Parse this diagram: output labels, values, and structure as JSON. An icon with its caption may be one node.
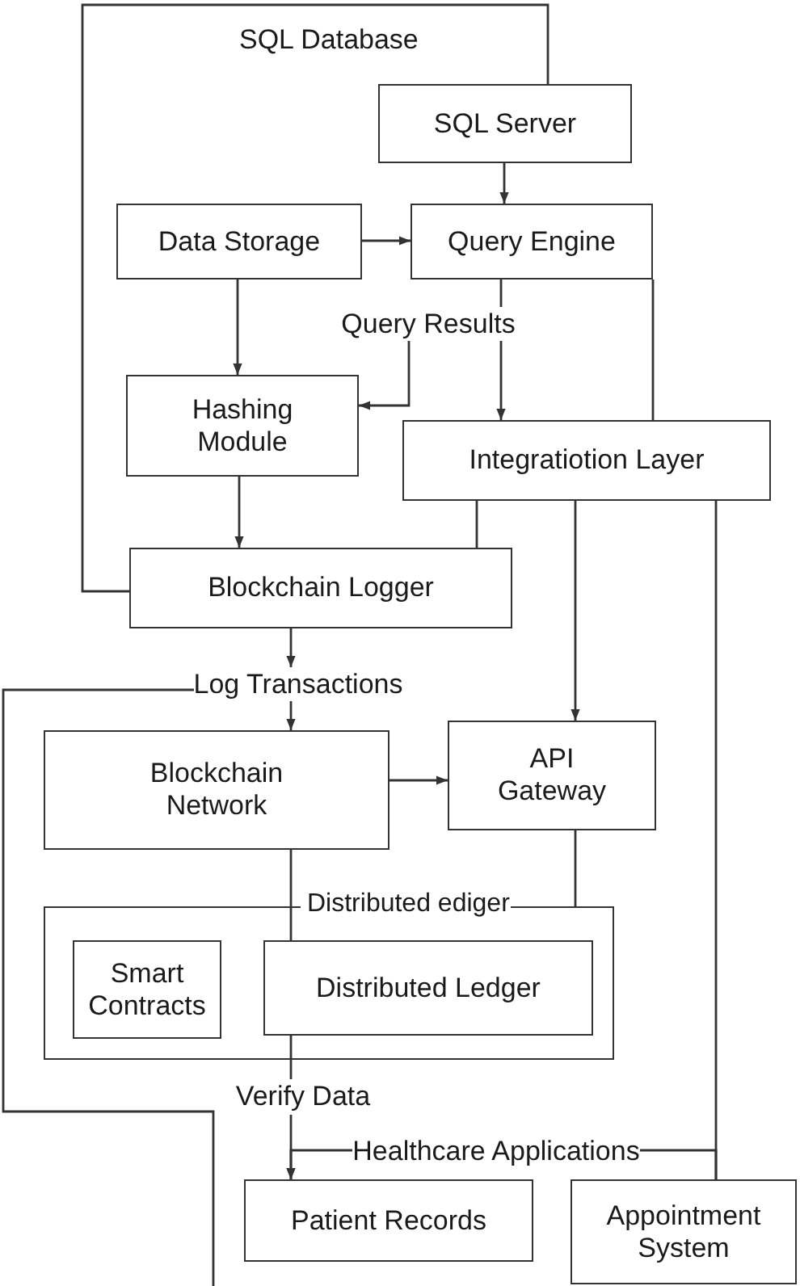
{
  "diagram": {
    "nodes": [
      {
        "text": [
          "SQL Server"
        ]
      },
      {
        "text": [
          "Data Storage"
        ]
      },
      {
        "text": [
          "Query Engine"
        ]
      },
      {
        "text": [
          "Query Results"
        ]
      },
      {
        "text": [
          "Hashing Module"
        ]
      },
      {
        "text": [
          "Integratiotion Layer"
        ]
      },
      {
        "text": [
          "Blockchain Logger"
        ]
      },
      {
        "text": [
          "Log Transactions"
        ]
      },
      {
        "text": [
          "Blockchain Network"
        ]
      },
      {
        "text": [
          "API Gateway"
        ]
      },
      {
        "text": [
          "Distributed ediger"
        ]
      },
      {
        "text": [
          "Smart Contracts"
        ],
        "in": 10
      },
      {
        "text": [
          "Distributed Ledger"
        ],
        "in": 10
      },
      {
        "text": [
          "Verify Data"
        ]
      },
      {
        "text": [
          "Healthcare Applications"
        ]
      },
      {
        "text": [
          "Patient Records"
        ]
      },
      {
        "text": [
          "Appointment System"
        ]
      }
    ],
    "edges": [
      {
        "from": 0,
        "to": 2,
        "arrow": "to"
      },
      {
        "from": 1,
        "to": 2,
        "arrow": "to"
      },
      {
        "from": 1,
        "to": 4,
        "arrow": "to"
      },
      {
        "from": 2,
        "to": 3,
        "arrow": "none"
      },
      {
        "from": 3,
        "to": 4,
        "arrow": "to"
      },
      {
        "from": 3,
        "to": 5,
        "arrow": "to"
      },
      {
        "from": 2,
        "to": 5,
        "arrow": "none"
      },
      {
        "from": 0,
        "to": 6,
        "arrow": "none"
      },
      {
        "from": 4,
        "to": 6,
        "arrow": "to"
      },
      {
        "from": 5,
        "to": 6,
        "arrow": "none"
      },
      {
        "from": 5,
        "to": 9,
        "arrow": "to"
      },
      {
        "from": 5,
        "to": 16,
        "arrow": "none"
      },
      {
        "from": 6,
        "to": 7,
        "arrow": "to"
      },
      {
        "from": 7,
        "to": 8,
        "arrow": "to"
      },
      {
        "from": 7,
        "to": null,
        "arrow": "none"
      },
      {
        "from": 8,
        "to": 9,
        "arrow": "to"
      },
      {
        "from": 8,
        "to": 12,
        "arrow": "none"
      },
      {
        "from": 9,
        "to": 10,
        "arrow": "none"
      },
      {
        "from": 12,
        "to": 13,
        "arrow": "none"
      },
      {
        "from": 13,
        "to": 15,
        "arrow": "to"
      },
      {
        "from": 14,
        "to": 15,
        "arrow": "to"
      },
      {
        "from": 14,
        "to": 16,
        "arrow": "none"
      }
    ],
    "labels": [
      "SQL Database"
    ]
  }
}
